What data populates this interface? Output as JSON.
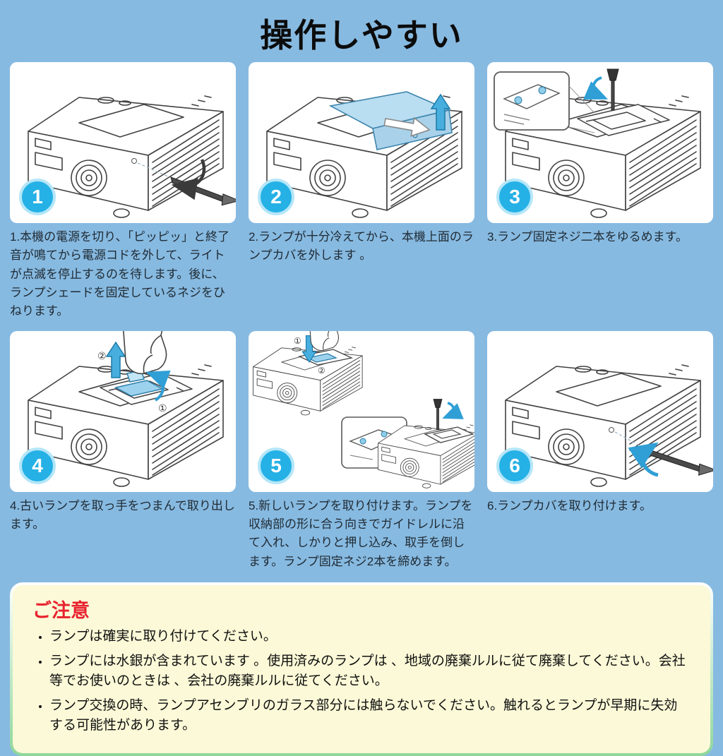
{
  "page": {
    "title": "操作しやすい"
  },
  "steps": [
    {
      "number": "1",
      "caption": "1.本機の電源を切り、「ピッピッ」と終了音が鳴てから電源コドを外して、ライトが点滅を停止するのを待します。後に、ランプシェードを固定しているネジをひねります。"
    },
    {
      "number": "2",
      "caption": "2.ランプが十分冷えてから、本機上面のランプカバを外します 。"
    },
    {
      "number": "3",
      "caption": "3.ランプ固定ネジ二本をゆるめます。"
    },
    {
      "number": "4",
      "caption": "4.古いランプを取っ手をつまんで取り出します。"
    },
    {
      "number": "5",
      "caption": "5.新しいランプを取り付けます。ランプを収納部の形に合う向きでガイドレルに沿て入れ、しかりと押し込み、取手を倒します。ランプ固定ネジ2本を締めます。"
    },
    {
      "number": "6",
      "caption": "6.ランプカバを取り付けます。"
    }
  ],
  "notice": {
    "title": "ご注意",
    "items": [
      "ランプは確実に取り付けてください。",
      "ランプには水銀が含まれています 。使用済みのランプは 、地域の廃棄ルルに従て廃棄してください。会社等でお使いのときは 、会社の廃棄ルルに従てください。",
      "ランプ交換の時、ランプアセンブリのガラス部分には触らないでください。触れるとランプが早期に失効する可能性があります。"
    ]
  },
  "annotations": {
    "circle_one": "①",
    "circle_two": "②"
  },
  "colors": {
    "background": "#87bae1",
    "panel": "#ffffff",
    "badge": "#25b1e6",
    "badge_ring": "#b5e6f8",
    "caption_text": "#1f2a33",
    "notice_background": "#fbf9d7",
    "notice_border_top": "#ffffff",
    "notice_border_bottom": "#8ed79b",
    "notice_title": "#e8212e",
    "illustration_highlight": "#b9ddf1",
    "arrow_blue": "#2f9fd6"
  }
}
